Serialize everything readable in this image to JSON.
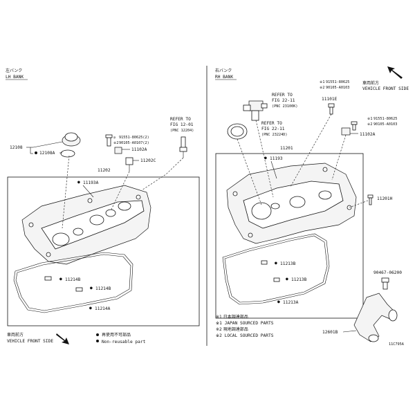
{
  "left": {
    "bank_jp": "左バンク",
    "bank_en": "LH BANK",
    "refer": {
      "line1": "REFER TO",
      "line2": "FIG 12-01",
      "line3": "(PNC 12204)"
    },
    "bolt_pnc1": "91551-80625(2)",
    "bolt_pnc2": "90105-A0107(2)",
    "parts": [
      "12108",
      "12108A",
      "11102A",
      "11202C",
      "11202",
      "11193A",
      "11214B",
      "11214B",
      "11214A"
    ],
    "vehicle_front_jp": "車両前方",
    "vehicle_front_en": "VEHICLE FRONT SIDE"
  },
  "right": {
    "bank_jp": "右バンク",
    "bank_en": "RH BANK",
    "vehicle_front_jp": "車両前方",
    "vehicle_front_en": "VEHICLE FRONT SIDE",
    "refer1": {
      "line1": "REFER TO",
      "line2": "FIG 22-11",
      "line3": "(PNC 23100K)"
    },
    "refer2": {
      "line1": "REFER TO",
      "line2": "FIG 22-11",
      "line3": "(PNC 23224D)"
    },
    "top_pnc1": "91551-80625",
    "top_pnc2": "90105-A0103",
    "mid_pnc1": "91551-80625",
    "mid_pnc2": "90105-A0103",
    "parts": [
      "11101E",
      "11102A",
      "11201",
      "11193",
      "11201H",
      "11213B",
      "11213B",
      "11213A",
      "90467-06200",
      "12601B"
    ]
  },
  "legend": {
    "nonreuse_jp": "再使用不可部品",
    "nonreuse_en": "Non-reusable part",
    "japan_jp": "※1 日本調達部品",
    "japan_en": "※1 JAPAN SOURCED PARTS",
    "local_jp": "※2 現地調達部品",
    "local_en": "※2 LOCAL SOURCED PARTS"
  },
  "figure_code": "11C795A",
  "icons": [
    "arrow-icon",
    "bullet-icon"
  ],
  "colors": {
    "ink": "#111111",
    "paper": "#ffffff"
  }
}
